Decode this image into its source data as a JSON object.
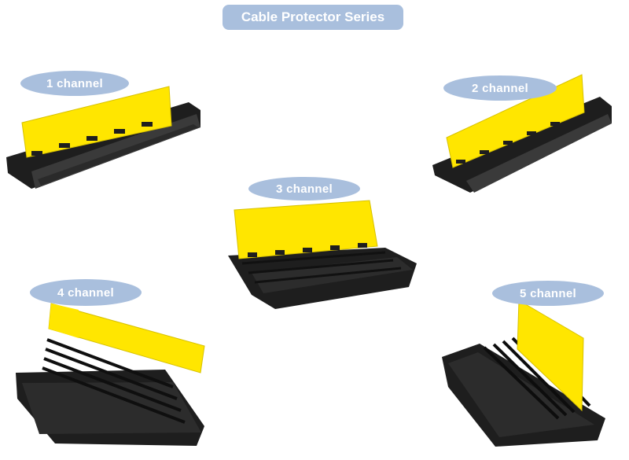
{
  "title": "Cable Protector Series",
  "products": [
    {
      "label": "1 channel"
    },
    {
      "label": "2 channel"
    },
    {
      "label": "3 channel"
    },
    {
      "label": "4 channel"
    },
    {
      "label": "5 channel"
    }
  ],
  "colors": {
    "pill": "#a9bfdd",
    "yellow": "#ffe600",
    "rubber": "#1e1e1e",
    "rubber_light": "#3a3a3a"
  }
}
